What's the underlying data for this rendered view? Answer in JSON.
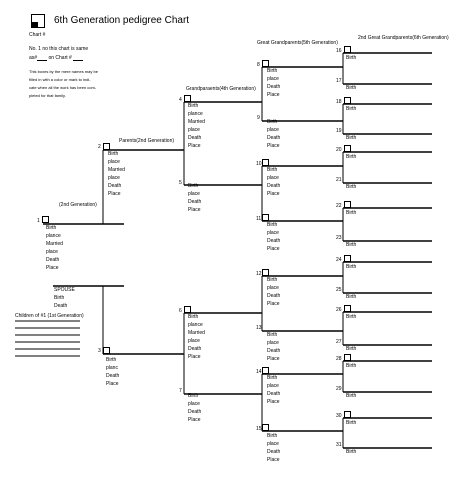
{
  "title": "6th Generation pedigree Chart",
  "chart_no_label": "Chart #",
  "note_line1": "No. 1 no this chart is same",
  "note_line2_pre": "as#",
  "note_line2_mid": "on Chart #",
  "instructions": [
    "This boxes by the mere names may be",
    "filled in with a color or mark to indi-",
    "cate when all the work has been com-",
    "pleted for that family."
  ],
  "headers": {
    "parents": "Parents(2nd Generation)",
    "grandparents": "Grandparaents(4th Generation)",
    "great_grandparents": "Great Grandparents(5th Generation)",
    "second_great": "2nd Great Grandparents(6th Generation)",
    "second_gen": "(2nd Generation)",
    "children": "Children of #1 (1st Generation)"
  },
  "fields": {
    "person1": [
      "Birth",
      "plance",
      "Married",
      "place",
      "Death",
      "Place"
    ],
    "spouse": [
      "SPOUSE",
      "Birth",
      "Death"
    ],
    "p2": [
      "Birth",
      "place",
      "Married",
      "place",
      "Death",
      "Place"
    ],
    "p3": [
      "Birth",
      "planc",
      "Death",
      "Place"
    ],
    "p4": [
      "Birth",
      "plance",
      "Married",
      "place",
      "Death",
      "Place"
    ],
    "p5": [
      "Birth",
      "place",
      "Death",
      "Place"
    ],
    "p6": [
      "Birth",
      "plance",
      "Married",
      "place",
      "Death",
      "Place"
    ],
    "p7": [
      "Birth",
      "place",
      "Death",
      "Place"
    ],
    "gg_married": [
      "Birth",
      "place",
      "Death",
      "Place"
    ],
    "gg_short": [
      "Birth",
      "place",
      "Death",
      "Place"
    ],
    "birth": "Birth"
  },
  "numbers": {
    "n1": "1",
    "n2": "2",
    "n3": "3",
    "n4": "4",
    "n5": "5",
    "n6": "6",
    "n7": "7",
    "n8": "8",
    "n9": "9",
    "n10": "10",
    "n11": "11",
    "n12": "12",
    "n13": "13",
    "n14": "14",
    "n15": "15",
    "n16": "16",
    "n17": "17",
    "n18": "18",
    "n19": "19",
    "n20": "20",
    "n21": "21",
    "n22": "22",
    "n23": "23",
    "n24": "24",
    "n25": "25",
    "n26": "26",
    "n27": "27",
    "n28": "28",
    "n29": "29",
    "n30": "30",
    "n31": "31"
  }
}
